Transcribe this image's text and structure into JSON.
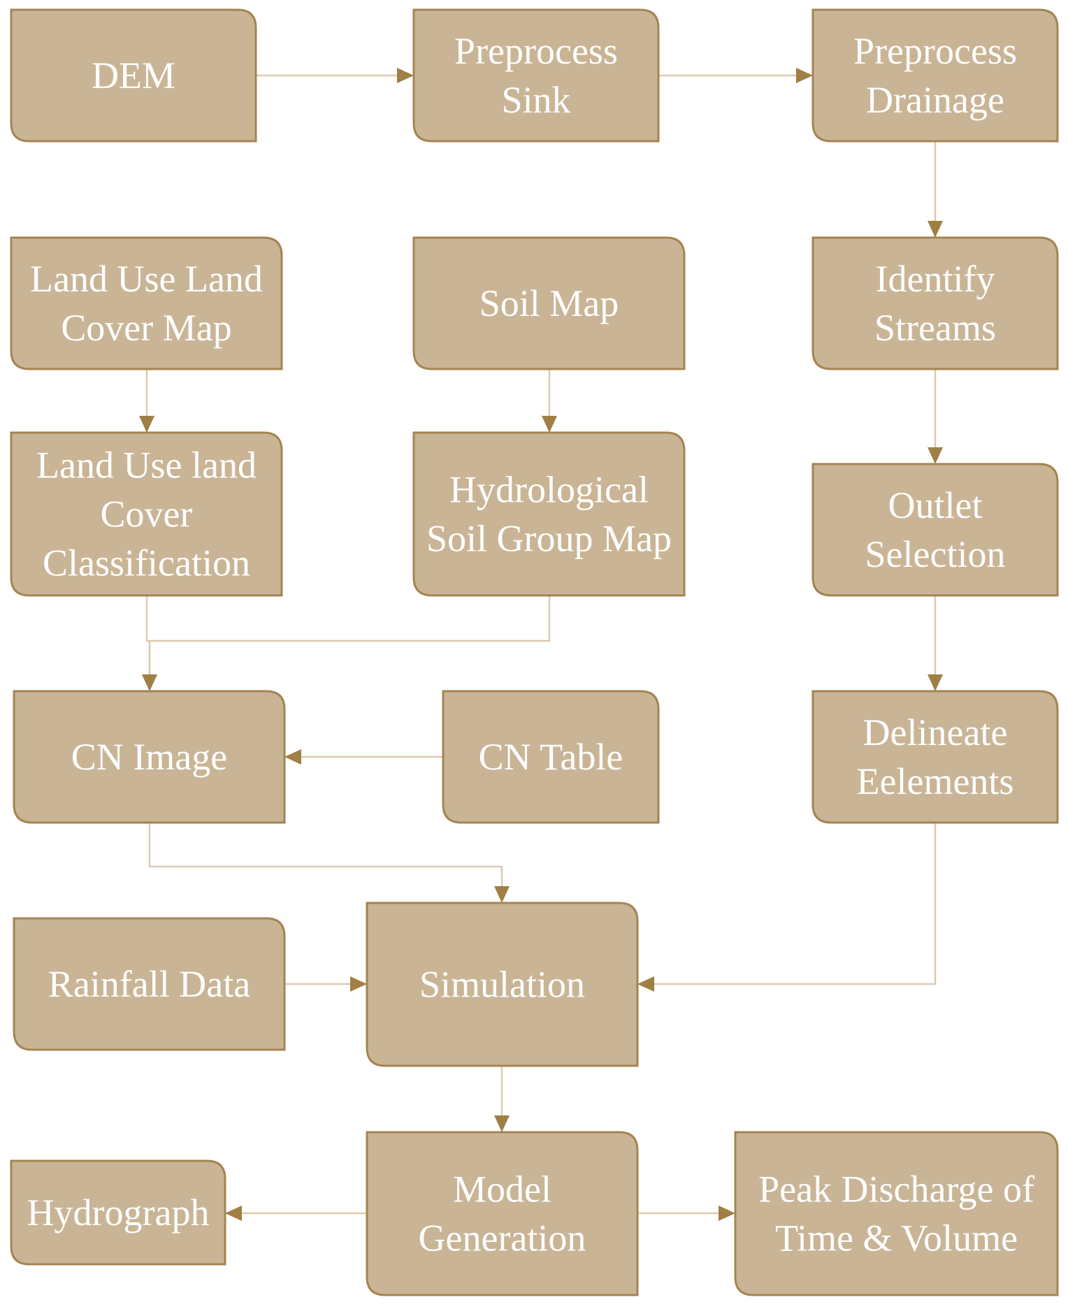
{
  "nodes": {
    "dem": {
      "lines": [
        "DEM"
      ]
    },
    "preprocess_sink": {
      "lines": [
        "Preprocess",
        "Sink"
      ]
    },
    "preprocess_drainage": {
      "lines": [
        "Preprocess",
        "Drainage"
      ]
    },
    "land_use_map": {
      "lines": [
        "Land Use Land",
        "Cover Map"
      ]
    },
    "soil_map": {
      "lines": [
        "Soil Map"
      ]
    },
    "identify_streams": {
      "lines": [
        "Identify",
        "Streams"
      ]
    },
    "land_use_classification": {
      "lines": [
        "Land Use land",
        "Cover",
        "Classification"
      ]
    },
    "hydrological_soil_group": {
      "lines": [
        "Hydrological",
        "Soil Group Map"
      ]
    },
    "outlet_selection": {
      "lines": [
        "Outlet",
        "Selection"
      ]
    },
    "cn_image": {
      "lines": [
        "CN Image"
      ]
    },
    "cn_table": {
      "lines": [
        "CN Table"
      ]
    },
    "delineate_elements": {
      "lines": [
        "Delineate",
        "Eelements"
      ]
    },
    "rainfall_data": {
      "lines": [
        "Rainfall Data"
      ]
    },
    "simulation": {
      "lines": [
        "Simulation"
      ]
    },
    "hydrograph": {
      "lines": [
        "Hydrograph"
      ]
    },
    "model_generation": {
      "lines": [
        "Model",
        "Generation"
      ]
    },
    "peak_discharge": {
      "lines": [
        "Peak Discharge of",
        "Time & Volume"
      ]
    }
  },
  "edges": [
    {
      "from": "dem",
      "to": "preprocess_sink"
    },
    {
      "from": "preprocess_sink",
      "to": "preprocess_drainage"
    },
    {
      "from": "preprocess_drainage",
      "to": "identify_streams"
    },
    {
      "from": "identify_streams",
      "to": "outlet_selection"
    },
    {
      "from": "outlet_selection",
      "to": "delineate_elements"
    },
    {
      "from": "land_use_map",
      "to": "land_use_classification"
    },
    {
      "from": "soil_map",
      "to": "hydrological_soil_group"
    },
    {
      "from": "land_use_classification",
      "to": "cn_image"
    },
    {
      "from": "hydrological_soil_group",
      "to": "cn_image"
    },
    {
      "from": "cn_table",
      "to": "cn_image"
    },
    {
      "from": "cn_image",
      "to": "simulation"
    },
    {
      "from": "rainfall_data",
      "to": "simulation"
    },
    {
      "from": "delineate_elements",
      "to": "simulation"
    },
    {
      "from": "simulation",
      "to": "model_generation"
    },
    {
      "from": "model_generation",
      "to": "hydrograph"
    },
    {
      "from": "model_generation",
      "to": "peak_discharge"
    }
  ],
  "colors": {
    "box_fill": "#c9b596",
    "box_border": "#a48451",
    "text": "#ffffff",
    "connector": "#dccab0",
    "arrowhead": "#a07f45"
  }
}
